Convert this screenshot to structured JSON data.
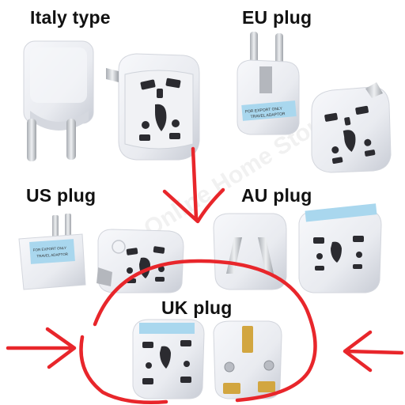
{
  "labels": {
    "italy": "Italy type",
    "eu": "EU plug",
    "us": "US plug",
    "au": "AU plug",
    "uk": "UK plug"
  },
  "watermark": "Online Home Store",
  "sticker_texts": {
    "eu": "FOR EXPORT ONLY",
    "eu_sub": "TRAVEL ADAPTOR",
    "us": "FOR EXPORT ONLY",
    "us_sub": "TRAVEL ADAPTOR"
  },
  "colors": {
    "background": "#ffffff",
    "plastic": "#eceef3",
    "plastic_shade": "#c9cdd6",
    "socket_hole": "#2b2b30",
    "metal": "#cfd2d6",
    "brass": "#d2a640",
    "sticker": "#a9d7ee",
    "annotation_red": "#e8262b",
    "label_text": "#111111"
  }
}
